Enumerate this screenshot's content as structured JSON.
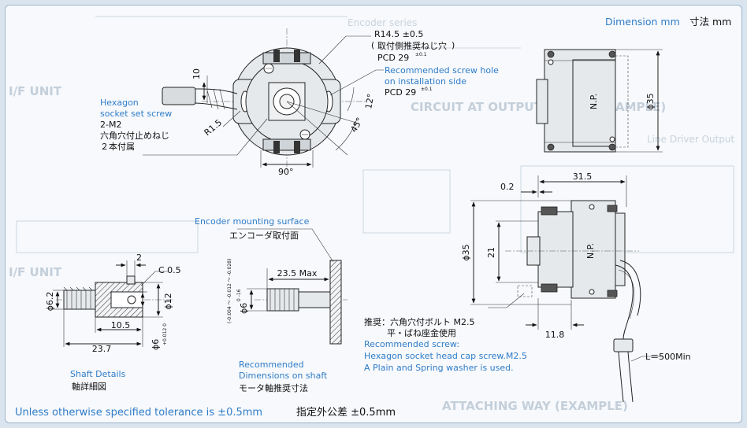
{
  "header": {
    "dimension_en": "Dimension mm",
    "dimension_jp": "寸法 mm"
  },
  "front_view": {
    "radius_label": "R14.5 ±0.5",
    "recommended_jp": "取付側推奨ねじ穴",
    "pcd_jp": "PCD 29",
    "pcd_jp_sup": "±0.1",
    "recommended_en_1": "Recommended screw hole",
    "recommended_en_2": "on installation side",
    "pcd_en": "PCD 29",
    "pcd_en_sup": "±0.1",
    "dim_10": "10",
    "dim_r15": "R1.5",
    "dim_12deg": "12°",
    "dim_45deg": "45°",
    "dim_90deg": "90°",
    "hex_en_1": "Hexagon",
    "hex_en_2": "socket set screw",
    "hex_spec": "2-M2",
    "hex_jp_1": "六角穴付止めねじ",
    "hex_jp_2": "２本付属"
  },
  "right_top": {
    "dim_35": "ϕ35",
    "np": "N.P."
  },
  "side_view": {
    "dim_31_5": "31.5",
    "dim_0_2": "0.2",
    "dim_35": "ϕ35",
    "dim_21": "21",
    "dim_11_8": "11.8",
    "np": "N.P.",
    "cable": "L＝500Min",
    "screw_jp_1": "推奨：六角穴付ボルト M2.5",
    "screw_jp_2": "平・ばね座金使用",
    "screw_en_1": "Recommended screw:",
    "screw_en_2": "Hexagon socket head cap screw.M2.5",
    "screw_en_3": "A Plain and Spring washer is used."
  },
  "shaft_details": {
    "dim_2": "2",
    "dim_c05": "C 0.5",
    "dim_62": "ϕ6.2",
    "dim_12": "ϕ12",
    "dim_10_5": "10.5",
    "dim_23_7": "23.7",
    "dim_6_tol": "ϕ6",
    "dim_6_tol_sup": "+0.012 0",
    "caption_en": "Shaft Details",
    "caption_jp": "軸詳細図"
  },
  "motor_shaft": {
    "mount_en": "Encoder mounting surface",
    "mount_jp": "エンコーダ取付面",
    "dim_23_5": "23.5 Max",
    "tol_vertical": "(-0.004 ～ -0.012 ～ -0.028)",
    "dim_6h6": "ϕ6",
    "dim_6h6_sup": "0 -16",
    "caption_en_1": "Recommended",
    "caption_en_2": "Dimensions on shaft",
    "caption_jp": "モータ軸推奨寸法"
  },
  "footer": {
    "tolerance_en": "Unless otherwise specified tolerance is ±0.5mm",
    "tolerance_jp": "指定外公差 ±0.5mm"
  },
  "colors": {
    "annotation_blue": "#2f7cc8",
    "dimension_black": "#111111"
  }
}
